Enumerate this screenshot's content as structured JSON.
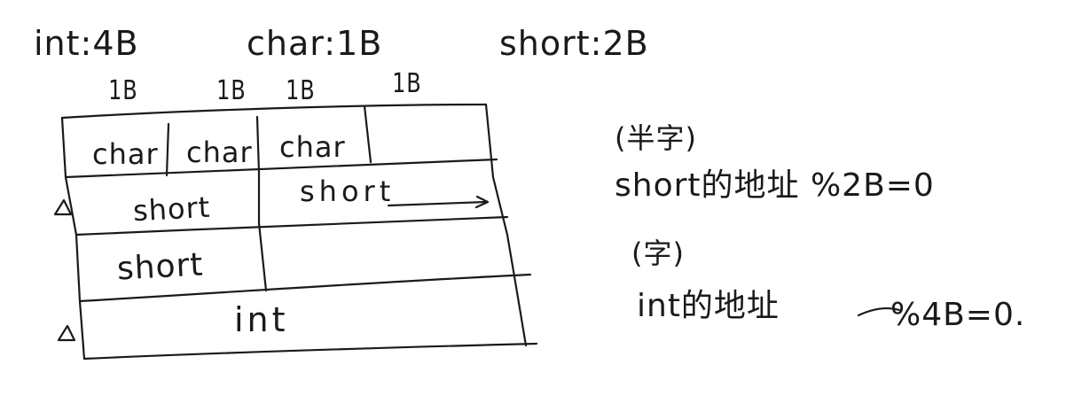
{
  "sizes": {
    "int": "int:4B",
    "char": "char:1B",
    "short": "short:2B"
  },
  "byte_labels": [
    "1B",
    "1B",
    "1B",
    "1B"
  ],
  "table": {
    "row1": [
      "char",
      "char",
      "char"
    ],
    "row2": [
      "short",
      "short"
    ],
    "row3": [
      "short"
    ],
    "row4": [
      "int"
    ]
  },
  "notes": {
    "half_word": "(半字)",
    "short_rule": "short的地址 %2B=0",
    "word": "(字)",
    "int_rule_prefix": "int的地址",
    "int_rule_suffix": "%4B=0."
  }
}
